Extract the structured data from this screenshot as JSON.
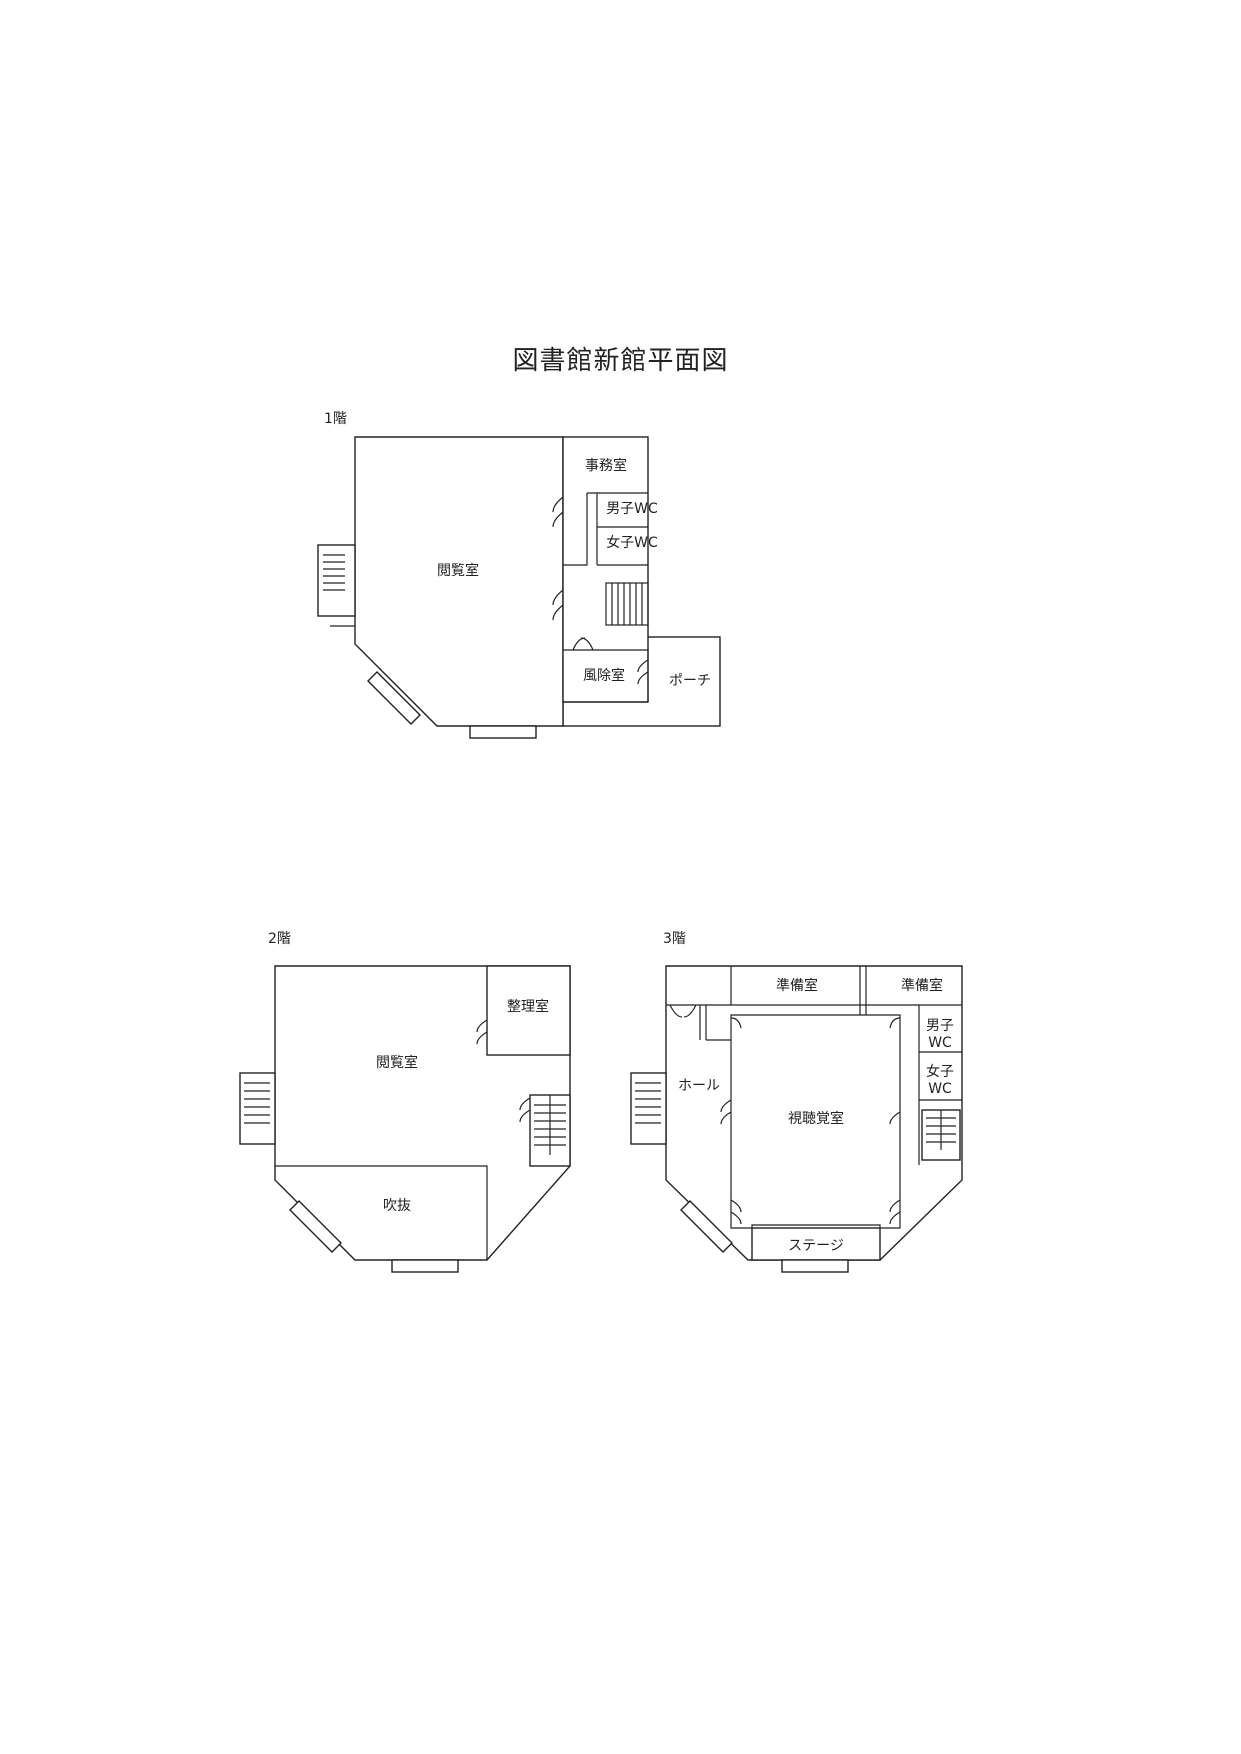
{
  "title": "図書館新館平面図",
  "floors": [
    {
      "label": "1階",
      "rooms": {
        "reading": "閲覧室",
        "office": "事務室",
        "mens_wc": "男子WC",
        "womens_wc": "女子WC",
        "windbreak": "風除室",
        "porch": "ポーチ"
      }
    },
    {
      "label": "2階",
      "rooms": {
        "reading": "閲覧室",
        "sorting": "整理室",
        "atrium": "吹抜"
      }
    },
    {
      "label": "3階",
      "rooms": {
        "prep_left": "準備室",
        "prep_right": "準備室",
        "mens_wc_line1": "男子",
        "mens_wc_line2": "WC",
        "womens_wc_line1": "女子",
        "womens_wc_line2": "WC",
        "hall": "ホール",
        "av_room": "視聴覚室",
        "stage": "ステージ"
      }
    }
  ]
}
